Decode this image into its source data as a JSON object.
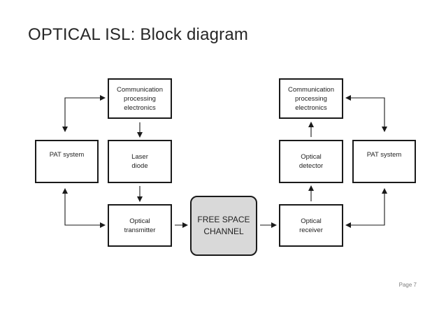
{
  "title": "OPTICAL ISL: Block diagram",
  "blocks": {
    "comm_left": "Communication\nprocessing\nelectronics",
    "pat_left": "PAT system",
    "laser": "Laser\ndiode",
    "tx": "Optical\ntransmitter",
    "channel": "FREE SPACE\nCHANNEL",
    "comm_right": "Communication\nprocessing\nelectronics",
    "detector": "Optical\ndetector",
    "rx": "Optical\nreceiver",
    "pat_right": "PAT system"
  },
  "page_label": "Page 7"
}
